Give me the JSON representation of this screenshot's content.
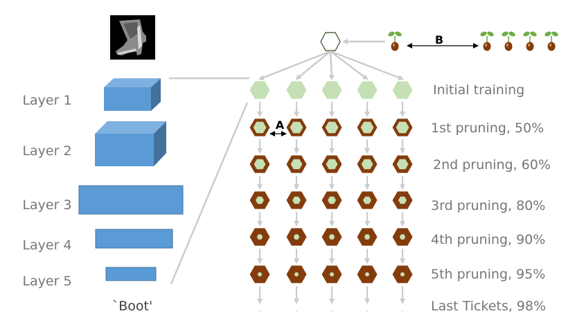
{
  "input": {
    "caption": "`Boot'"
  },
  "layers": [
    {
      "label": "Layer 1"
    },
    {
      "label": "Layer 2"
    },
    {
      "label": "Layer 3"
    },
    {
      "label": "Layer 4"
    },
    {
      "label": "Layer 5"
    }
  ],
  "stages": [
    {
      "label": "Initial training",
      "kept_fraction": 1.0
    },
    {
      "label": "1st pruning, 50%",
      "kept_fraction": 0.5
    },
    {
      "label": "2nd pruning, 60%",
      "kept_fraction": 0.4
    },
    {
      "label": "3rd pruning, 80%",
      "kept_fraction": 0.2
    },
    {
      "label": "4th pruning, 90%",
      "kept_fraction": 0.1
    },
    {
      "label": "5th pruning, 95%",
      "kept_fraction": 0.05
    },
    {
      "label": "Last Tickets, 98%",
      "kept_fraction": 0.02
    }
  ],
  "markers": {
    "a": "A",
    "b": "B"
  },
  "columns": 5,
  "seedlings": 5,
  "colors": {
    "layer_front": "#5b9bd5",
    "layer_top": "#7fb1e0",
    "layer_side": "#41719c",
    "unpruned_node": "#c5e0b4",
    "pruned_node": "#843c0c",
    "arrow": "#cccccc",
    "label_text": "#767676",
    "seed_body": "#843c0c",
    "leaf": "#70ad47"
  }
}
